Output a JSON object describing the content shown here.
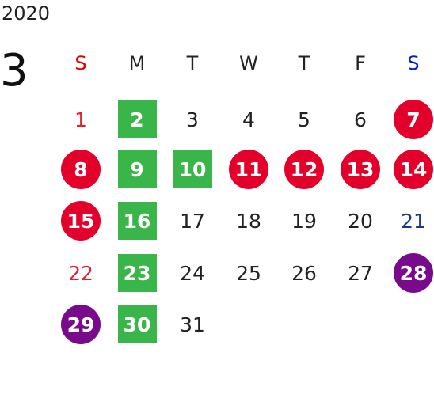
{
  "calendar": {
    "year": "2020",
    "month": "3",
    "weekdays": [
      {
        "label": "S",
        "color": "#e00000"
      },
      {
        "label": "M",
        "color": "#222222"
      },
      {
        "label": "T",
        "color": "#222222"
      },
      {
        "label": "W",
        "color": "#222222"
      },
      {
        "label": "T",
        "color": "#222222"
      },
      {
        "label": "F",
        "color": "#222222"
      },
      {
        "label": "S",
        "color": "#0020d0"
      }
    ],
    "weeks": [
      [
        {
          "day": "1",
          "style": "text",
          "color": "#e0202a"
        },
        {
          "day": "2",
          "style": "square",
          "color": "#3ab54a"
        },
        {
          "day": "3",
          "style": "text",
          "color": "#222222"
        },
        {
          "day": "4",
          "style": "text",
          "color": "#222222"
        },
        {
          "day": "5",
          "style": "text",
          "color": "#222222"
        },
        {
          "day": "6",
          "style": "text",
          "color": "#222222"
        },
        {
          "day": "7",
          "style": "circle",
          "color": "#e3002a"
        }
      ],
      [
        {
          "day": "8",
          "style": "circle",
          "color": "#e3002a"
        },
        {
          "day": "9",
          "style": "square",
          "color": "#3ab54a"
        },
        {
          "day": "10",
          "style": "square",
          "color": "#3ab54a"
        },
        {
          "day": "11",
          "style": "circle",
          "color": "#e3002a"
        },
        {
          "day": "12",
          "style": "circle",
          "color": "#e3002a"
        },
        {
          "day": "13",
          "style": "circle",
          "color": "#e3002a"
        },
        {
          "day": "14",
          "style": "circle",
          "color": "#e3002a"
        }
      ],
      [
        {
          "day": "15",
          "style": "circle",
          "color": "#e3002a"
        },
        {
          "day": "16",
          "style": "square",
          "color": "#3ab54a"
        },
        {
          "day": "17",
          "style": "text",
          "color": "#222222"
        },
        {
          "day": "18",
          "style": "text",
          "color": "#222222"
        },
        {
          "day": "19",
          "style": "text",
          "color": "#222222"
        },
        {
          "day": "20",
          "style": "text",
          "color": "#222222"
        },
        {
          "day": "21",
          "style": "text",
          "color": "#1a3a8a"
        }
      ],
      [
        {
          "day": "22",
          "style": "text",
          "color": "#e0202a"
        },
        {
          "day": "23",
          "style": "square",
          "color": "#3ab54a"
        },
        {
          "day": "24",
          "style": "text",
          "color": "#222222"
        },
        {
          "day": "25",
          "style": "text",
          "color": "#222222"
        },
        {
          "day": "26",
          "style": "text",
          "color": "#222222"
        },
        {
          "day": "27",
          "style": "text",
          "color": "#222222"
        },
        {
          "day": "28",
          "style": "circle",
          "color": "#7a0a8c"
        }
      ],
      [
        {
          "day": "29",
          "style": "circle",
          "color": "#7a0a8c"
        },
        {
          "day": "30",
          "style": "square",
          "color": "#3ab54a"
        },
        {
          "day": "31",
          "style": "text",
          "color": "#222222"
        }
      ]
    ]
  }
}
